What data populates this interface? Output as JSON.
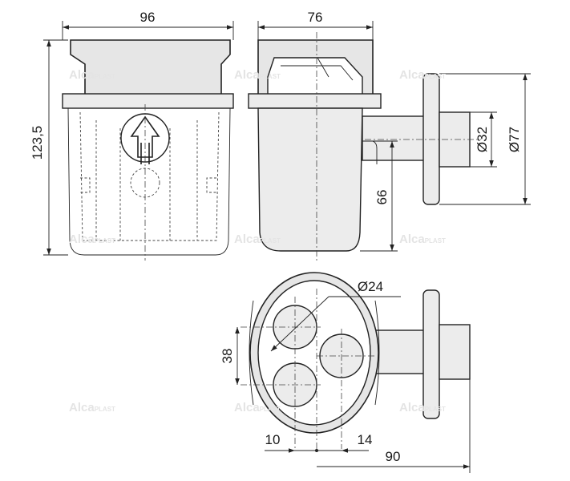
{
  "dimensions": {
    "front_width": "96",
    "side_width": "76",
    "total_height": "123,5",
    "outlet_inner_dia": "Ø32",
    "flange_dia": "Ø77",
    "outlet_height": "66",
    "hole_dia": "Ø24",
    "hole_spacing": "38",
    "offset_left": "10",
    "offset_right": "14",
    "total_depth": "90"
  },
  "watermark": {
    "brand": "Alca",
    "suffix": "PLAST"
  }
}
